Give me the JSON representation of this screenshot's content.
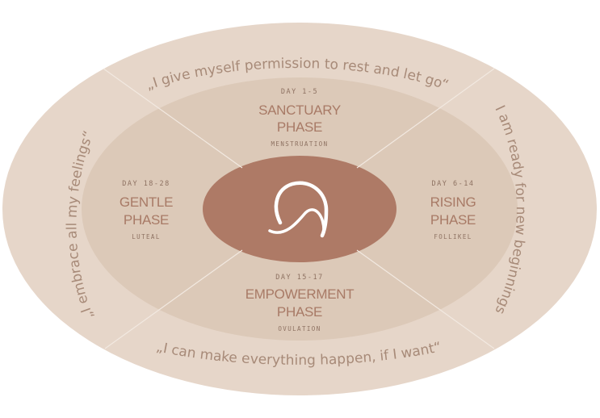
{
  "colors": {
    "background": "#ffffff",
    "outer_ring": "#e6d6c9",
    "middle_ring": "#dcc9b8",
    "inner_ring": "#d6c1ad",
    "center": "#ae7a66",
    "divider": "#f2e9e1",
    "text_muted": "#a78a78",
    "text_phase": "#a87a66",
    "logo": "#ffffff"
  },
  "affirmations": {
    "top": "„I give myself permission to rest and let go“",
    "right": "„I am ready for new beginnings“",
    "bottom": "„I can make everything happen, if I want“",
    "left": "„I embrace all my feelings“"
  },
  "phases": {
    "sanctuary": {
      "day": "DAY 1-5",
      "line1": "SANCTUARY",
      "line2": "PHASE",
      "sub": "MENSTRUATION"
    },
    "rising": {
      "day": "DAY 6-14",
      "line1": "RISING",
      "line2": "PHASE",
      "sub": "FOLLIKEL"
    },
    "empowerment": {
      "day": "DAY 15-17",
      "line1": "EMPOWERMENT",
      "line2": "PHASE",
      "sub": "OVULATION"
    },
    "gentle": {
      "day": "DAY 18-28",
      "line1": "GENTLE",
      "line2": "PHASE",
      "sub": "LUTEAL"
    }
  },
  "logo_icon": "cycle-wave-icon"
}
